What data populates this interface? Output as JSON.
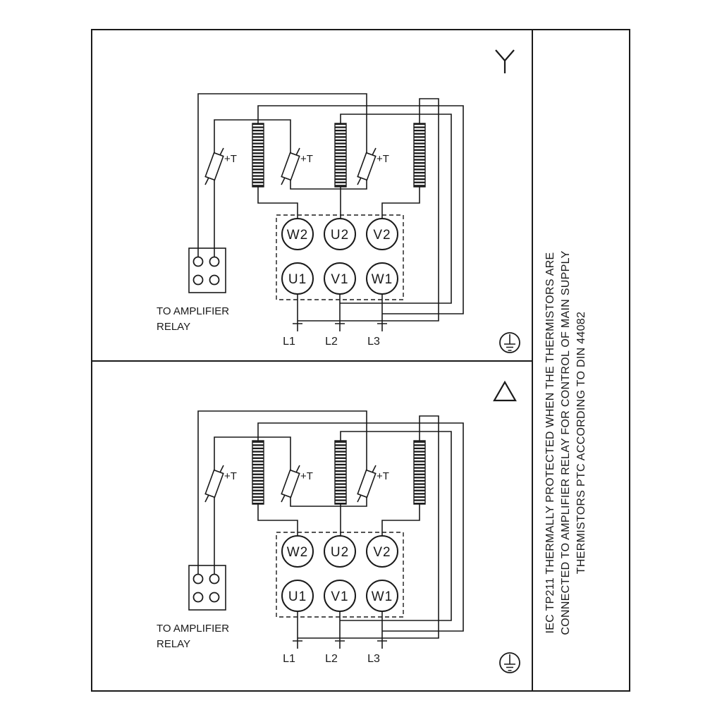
{
  "panels": [
    {
      "connection": "star",
      "terminals": {
        "top": [
          "W2",
          "U2",
          "V2"
        ],
        "bottom": [
          "U1",
          "V1",
          "W1"
        ]
      },
      "supply_lines": [
        "L1",
        "L2",
        "L3"
      ],
      "thermistor_labels": [
        "+T",
        "+T",
        "+T"
      ],
      "relay_note": {
        "line1": "TO AMPLIFIER",
        "line2": "RELAY"
      }
    },
    {
      "connection": "delta",
      "terminals": {
        "top": [
          "W2",
          "U2",
          "V2"
        ],
        "bottom": [
          "U1",
          "V1",
          "W1"
        ]
      },
      "supply_lines": [
        "L1",
        "L2",
        "L3"
      ],
      "thermistor_labels": [
        "+T",
        "+T",
        "+T"
      ],
      "relay_note": {
        "line1": "TO AMPLIFIER",
        "line2": "RELAY"
      }
    }
  ],
  "side_note": {
    "line1": "IEC TP211 THERMALLY PROTECTED WHEN THE THERMISTORS ARE",
    "line2": "CONNECTED TO AMPLIFIER RELAY FOR CONTROL OF MAIN SUPPLY",
    "line3": "THERMISTORS PTC ACCORDING TO DIN 44082"
  },
  "colors": {
    "line": "#1a1a1a",
    "background": "#ffffff"
  }
}
